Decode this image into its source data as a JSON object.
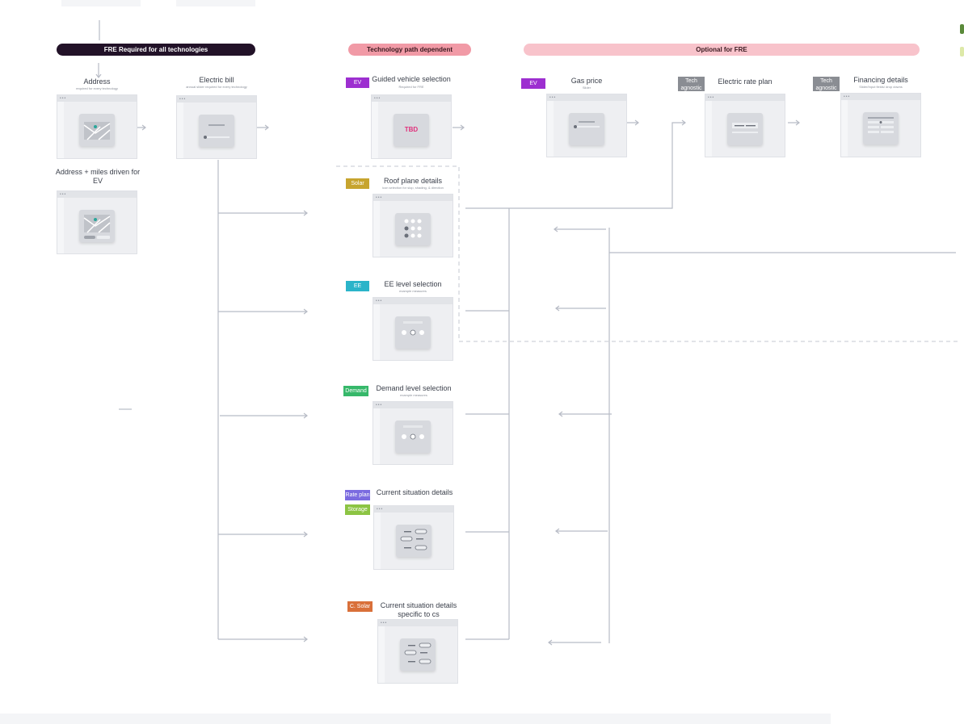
{
  "colors": {
    "dark_pill": "#221228",
    "pink_pill": "#f19aa6",
    "light_pink_pill": "#f8c3cb",
    "tag_ev": "#9d2fd0",
    "tag_solar": "#c7a42e",
    "tag_ee": "#2bb4c9",
    "tag_demand": "#36b86a",
    "tag_rate_plan": "#7b6be0",
    "tag_storage": "#8cc443",
    "tag_c_solar": "#d9703a",
    "tag_tech": "#8a8d93",
    "tbd_text": "#e0307b",
    "connector": "#b8bcc6"
  },
  "headers": {
    "fre_required": "FRE Required for all technologies",
    "tech_path": "Technology path dependent",
    "optional": "Optional for FRE"
  },
  "steps": {
    "address": {
      "title": "Address",
      "subtitle": "required for every technology"
    },
    "address_miles": {
      "title": "Address + miles driven for EV"
    },
    "electric_bill": {
      "title": "Electric bill",
      "subtitle": "annual slider required for every technology"
    },
    "guided_vehicle": {
      "tag": "EV",
      "title": "Guided vehicle selection",
      "subtitle": "Required for FRE",
      "placeholder": "TBD"
    },
    "roof_plane": {
      "tag": "Solar",
      "title": "Roof plane details",
      "subtitle": "icon selection for slop, shading, & direction"
    },
    "ee_level": {
      "tag": "EE",
      "title": "EE level selection",
      "subtitle": "example measures"
    },
    "demand_level": {
      "tag": "Demand",
      "title": "Demand level selection",
      "subtitle": "example measures"
    },
    "current_situation": {
      "tags": [
        "Rate plan",
        "Storage"
      ],
      "title": "Current situation details"
    },
    "current_situation_cs": {
      "tag": "C. Solar",
      "title": "Current situation details specific to cs"
    },
    "gas_price": {
      "tag": "EV",
      "title": "Gas price",
      "subtitle": "Slider"
    },
    "electric_rate": {
      "tag": "Tech agnostic",
      "title": "Electric rate plan"
    },
    "financing": {
      "tag": "Tech agnostic",
      "title": "Financing details",
      "subtitle": "Slider/Input fields/ drop downs"
    }
  }
}
